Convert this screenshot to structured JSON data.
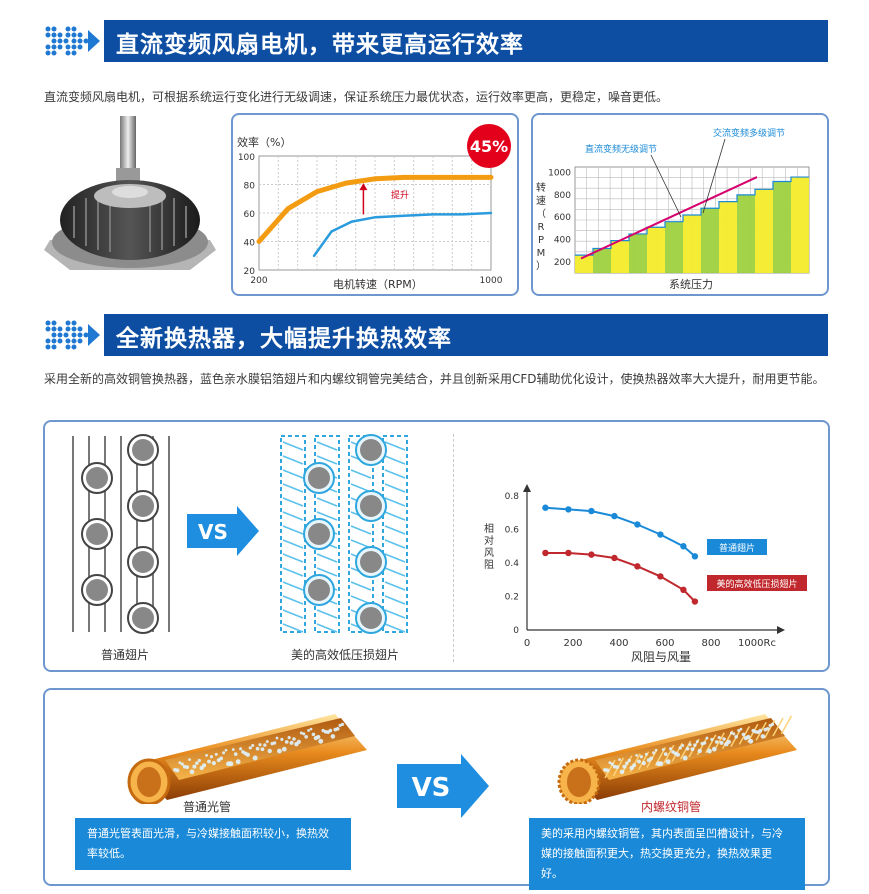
{
  "section1": {
    "title": "直流变频风扇电机，带来更高运行效率",
    "desc": "直流变频风扇电机，可根据系统运行变化进行无级调速，保证系统压力最优状态，运行效率更高，更稳定，噪音更低。"
  },
  "section2": {
    "title": "全新换热器，大幅提升换热效率",
    "desc": "采用全新的高效铜管换热器，蓝色亲水膜铝箔翅片和内螺纹铜管完美结合，并且创新采用CFD辅助优化设计，使换热器效率大大提升，耐用更节能。"
  },
  "fin_compare": {
    "left_caption": "普通翅片",
    "right_caption": "美的高效低压损翅片",
    "vs": "VS"
  },
  "tube_compare": {
    "left_caption": "普通光管",
    "left_note": "普通光管表面光滑，与冷媒接触面积较小，换热效率较低。",
    "right_caption": "内螺纹铜管",
    "right_note": "美的采用内螺纹铜管，其内表面呈凹槽设计，与冷媒的接触面积更大，热交换更充分，换热效果更好。",
    "vs": "VS"
  },
  "chart_data": [
    {
      "type": "line",
      "ylabel": "效率（%）",
      "xlabel": "电机转速（RPM）",
      "xlim": [
        200,
        1000
      ],
      "ylim": [
        20,
        100
      ],
      "x_ticks": [
        "200",
        "1000"
      ],
      "y_ticks": [
        "100",
        "80",
        "60",
        "40",
        "20"
      ],
      "annotation_badge": "45%",
      "annotation_arrow": "提升",
      "series": [
        {
          "color": "#f39c12",
          "x": [
            200,
            300,
            400,
            500,
            600,
            700,
            800,
            900,
            1000
          ],
          "y": [
            40,
            63,
            75,
            81,
            84,
            85,
            85,
            85,
            85
          ]
        },
        {
          "color": "#2a9bdc",
          "x": [
            390,
            450,
            520,
            600,
            700,
            800,
            900,
            1000
          ],
          "y": [
            30,
            47,
            54,
            57,
            58,
            59,
            59,
            60
          ]
        }
      ]
    },
    {
      "type": "bar",
      "ylabel": "转速（RPM）",
      "xlabel": "系统压力",
      "ylim": [
        100,
        1050
      ],
      "y_ticks": [
        "1000",
        "800",
        "600",
        "400",
        "200"
      ],
      "values": [
        260,
        320,
        390,
        450,
        510,
        560,
        620,
        680,
        740,
        800,
        850,
        920,
        960
      ],
      "step_line": {
        "name": "交流变频多级调节",
        "color": "#1a8ad8"
      },
      "smooth_line": {
        "name": "直流变频无级调节",
        "color": "#d6006e",
        "y": [
          230,
          960
        ]
      }
    },
    {
      "type": "line",
      "ylabel": "相对风阻",
      "xlabel": "风阻与风量",
      "x_ticks": [
        "0",
        "200",
        "400",
        "600",
        "800",
        "1000Rc"
      ],
      "y_ticks": [
        "0",
        "0.2",
        "0.4",
        "0.6",
        "0.8"
      ],
      "xlim": [
        0,
        1000
      ],
      "ylim": [
        0,
        0.8
      ],
      "series": [
        {
          "name": "普通翅片",
          "color": "#1a8ad8",
          "x": [
            80,
            180,
            280,
            380,
            480,
            580,
            680,
            730
          ],
          "y": [
            0.73,
            0.72,
            0.71,
            0.68,
            0.63,
            0.57,
            0.5,
            0.44
          ]
        },
        {
          "name": "美的高效低压损翅片",
          "color": "#c0282d",
          "x": [
            80,
            180,
            280,
            380,
            480,
            580,
            680,
            730
          ],
          "y": [
            0.46,
            0.46,
            0.45,
            0.43,
            0.38,
            0.32,
            0.24,
            0.17
          ]
        }
      ]
    }
  ]
}
